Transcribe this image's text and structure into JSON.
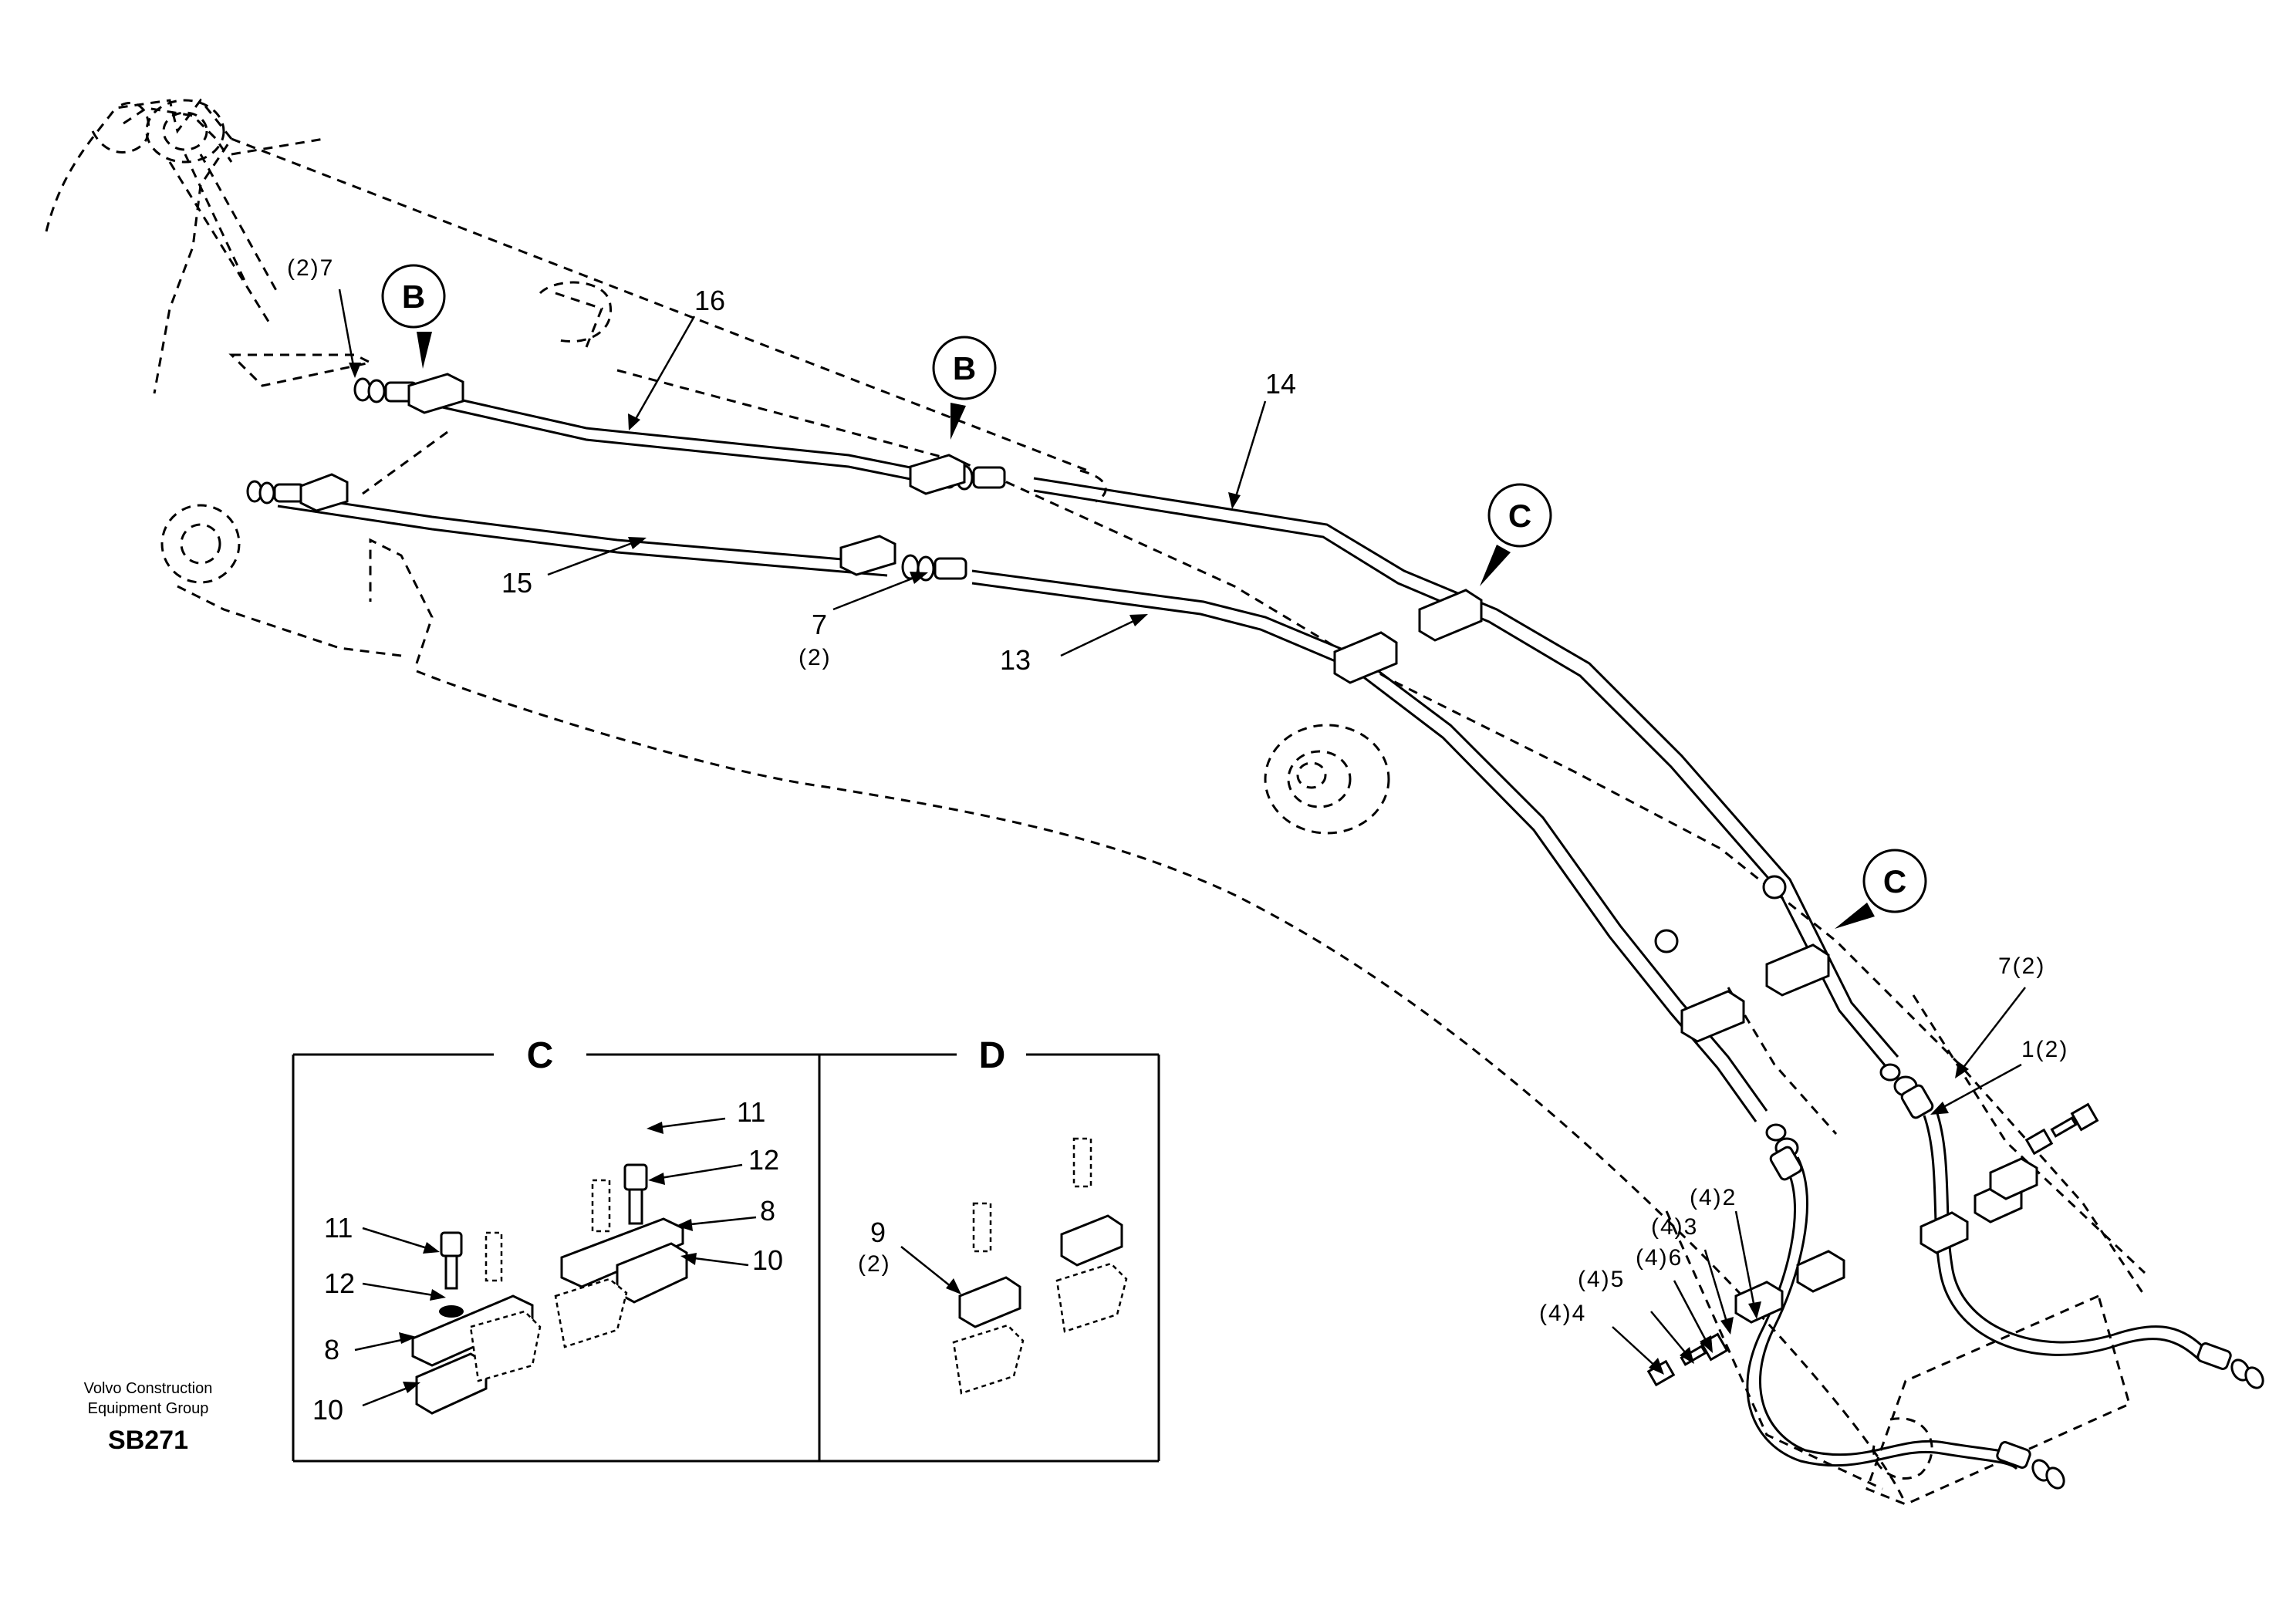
{
  "callouts": {
    "c_2_7": "(2)7",
    "c_16": "16",
    "c_14": "14",
    "c_15": "15",
    "c_7": "7",
    "c_7_qty": "(2)",
    "c_13": "13",
    "c_7_2": "7(2)",
    "c_1_2": "1(2)",
    "c_4_2": "(4)2",
    "c_4_3": "(4)3",
    "c_4_6": "(4)6",
    "c_4_5": "(4)5",
    "c_4_4": "(4)4"
  },
  "badges": {
    "b1": "B",
    "b2": "B",
    "c1": "C",
    "c2": "C"
  },
  "detail_c": {
    "title": "C",
    "labels": {
      "l11a": "11",
      "l12a": "12",
      "l8a": "8",
      "l10a": "10",
      "l11b": "11",
      "l12b": "12",
      "l8b": "8",
      "l10b": "10"
    }
  },
  "detail_d": {
    "title": "D",
    "labels": {
      "l9": "9",
      "l9_qty": "(2)"
    }
  },
  "stamp": {
    "line1": "Volvo Construction",
    "line2": "Equipment Group",
    "code": "SB271"
  }
}
